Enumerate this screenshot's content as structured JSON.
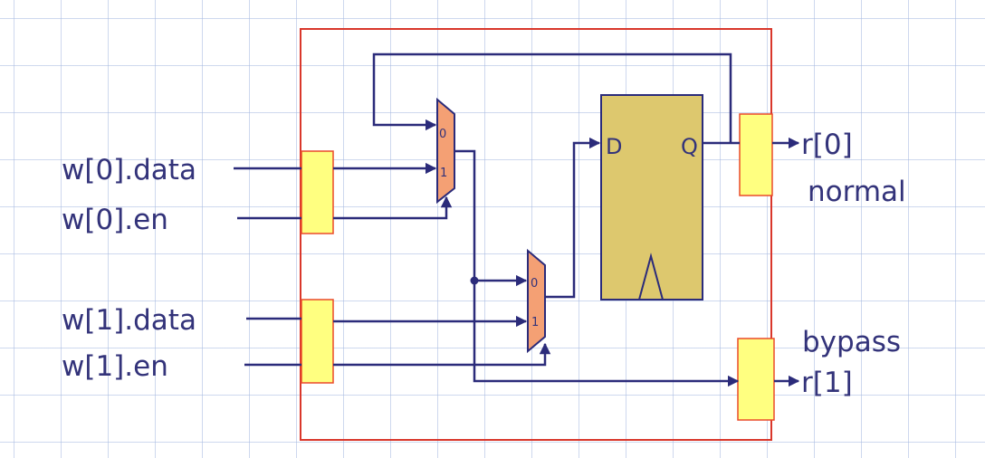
{
  "diagram": {
    "inputs": {
      "w0_data": "w[0].data",
      "w0_en": "w[0].en",
      "w1_data": "w[1].data",
      "w1_en": "w[1].en"
    },
    "outputs": {
      "r0": "r[0]",
      "r0_note": "normal",
      "r1": "r[1]",
      "r1_note": "bypass"
    },
    "mux_top": {
      "in0": "0",
      "in1": "1"
    },
    "mux_bottom": {
      "in0": "0",
      "in1": "1"
    },
    "flip_flop": {
      "d": "D",
      "q": "Q"
    }
  },
  "colors": {
    "wire": "#2b2b7a",
    "text": "#33337a",
    "boundary": "#d9372b",
    "latch_fill": "#ffff80",
    "latch_border": "#ea4a2a",
    "mux_fill": "#f4a074",
    "mux_border": "#2b2b7a",
    "ff_fill": "#ddc86e",
    "ff_border": "#2b2b7a"
  }
}
